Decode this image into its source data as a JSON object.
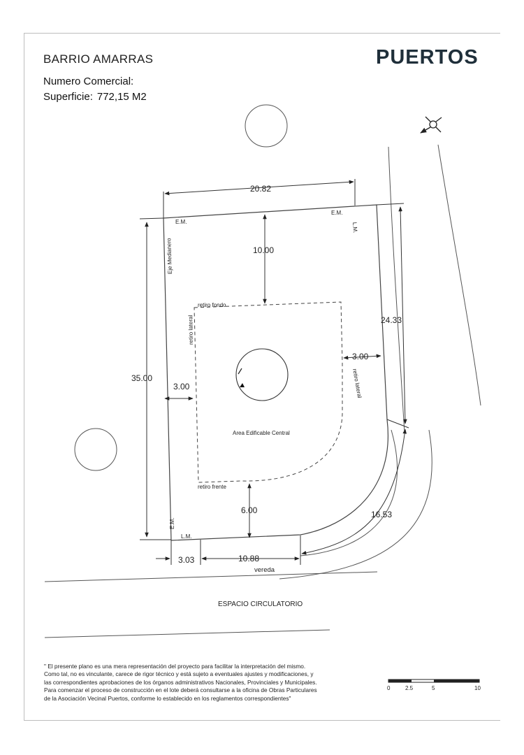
{
  "header": {
    "title": "BARRIO AMARRAS",
    "numero_label": "Numero Comercial:",
    "superficie_label": "Superficie:",
    "superficie_value": "772,15 M2",
    "brand": "PUERTOS"
  },
  "plan": {
    "dimensions": {
      "top_width": "20.82",
      "rear_setback": "10.00",
      "right_length": "24.33",
      "right_setback": "3.00",
      "left_length": "35.00",
      "left_setback": "3.00",
      "front_setback": "6.00",
      "curve_length": "16.53",
      "front_left": "3.03",
      "front_right": "10.88"
    },
    "labels": {
      "em_top_left": "E.M.",
      "em_top_right": "E.M.",
      "lm_right": "L.M.",
      "eje_medianero": "Eje Medianero",
      "em_bottom": "E.M.",
      "lm_bottom": "L.M.",
      "retiro_fondo": "retiro fondo",
      "retiro_lateral_left": "retiro lateral",
      "retiro_lateral_right": "retiro lateral",
      "retiro_frente": "retiro frente",
      "area": "Area Edificable Central",
      "vereda": "vereda",
      "espacio": "ESPACIO CIRCULATORIO"
    },
    "scale_ticks": [
      "0",
      "2.5",
      "5",
      "10"
    ]
  },
  "disclaimer": [
    "\" El presente plano es una mera representación del proyecto para facilitar la interpretación del mismo.",
    "Como tal, no es vinculante, carece de rigor técnico y está sujeto a eventuales ajustes y modificaciones, y",
    "las correspondientes aprobaciones de los órganos administrativos Nacionales, Provinciales y Municipales.",
    "Para comenzar el proceso de construcción en el lote deberá consultarse a la oficina de Obras Particulares",
    "de la Asociación Vecinal Puertos, conforme lo establecido en los reglamentos correspondientes\""
  ]
}
